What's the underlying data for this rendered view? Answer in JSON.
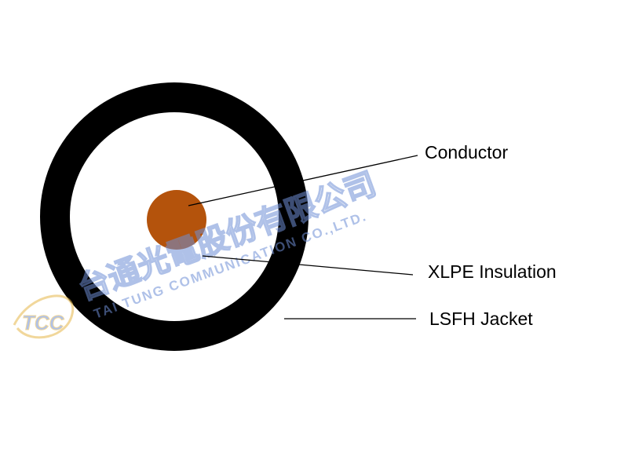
{
  "labels": {
    "conductor": "Conductor",
    "insulation": "XLPE Insulation",
    "jacket": "LSFH Jacket"
  },
  "watermark": {
    "company_cn": "台通光電股份有限公司",
    "company_en": "TAI TUNG COMMUNICATION CO.,LTD.",
    "logo": "TCC"
  },
  "colors": {
    "jacket": "#000000",
    "insulation": "#ffffff",
    "conductor": "#b4530c",
    "watermark_blue": "#6f8fd6",
    "watermark_gold": "#e6b84a"
  }
}
